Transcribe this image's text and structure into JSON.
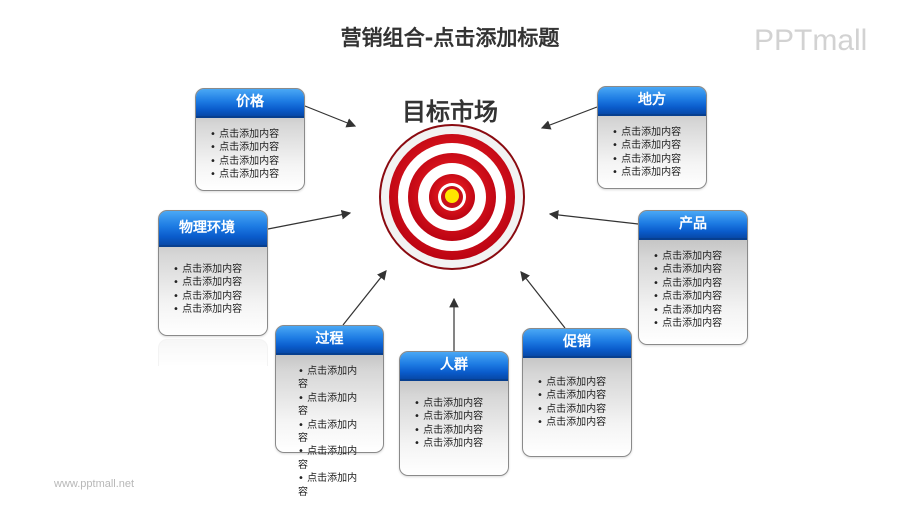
{
  "title": "营销组合-点击添加标题",
  "logo": "PPTmall",
  "footer_url": "www.pptmall.net",
  "center": {
    "label": "目标市场",
    "icon": "target-icon",
    "colors": {
      "ring_red": "#d40f1a",
      "ring_white": "#ffffff",
      "bullseye": "#ffe600"
    }
  },
  "accent_color": "#1a73e0",
  "cards": [
    {
      "id": "price",
      "title": "价格",
      "items": [
        "点击添加内容",
        "点击添加内容",
        "点击添加内容",
        "点击添加内容"
      ]
    },
    {
      "id": "place",
      "title": "地方",
      "items": [
        "点击添加内容",
        "点击添加内容",
        "点击添加内容",
        "点击添加内容"
      ]
    },
    {
      "id": "physical",
      "title": "物理环境",
      "items": [
        "点击添加内容",
        "点击添加内容",
        "点击添加内容",
        "点击添加内容"
      ]
    },
    {
      "id": "product",
      "title": "产品",
      "items": [
        "点击添加内容",
        "点击添加内容",
        "点击添加内容",
        "点击添加内容",
        "点击添加内容",
        "点击添加内容"
      ]
    },
    {
      "id": "process",
      "title": "过程",
      "items": [
        "点击添加内容",
        "点击添加内容",
        "点击添加内容",
        "点击添加内容",
        "点击添加内容"
      ]
    },
    {
      "id": "people",
      "title": "人群",
      "items": [
        "点击添加内容",
        "点击添加内容",
        "点击添加内容",
        "点击添加内容"
      ]
    },
    {
      "id": "promotion",
      "title": "促销",
      "items": [
        "点击添加内容",
        "点击添加内容",
        "点击添加内容",
        "点击添加内容"
      ]
    }
  ]
}
